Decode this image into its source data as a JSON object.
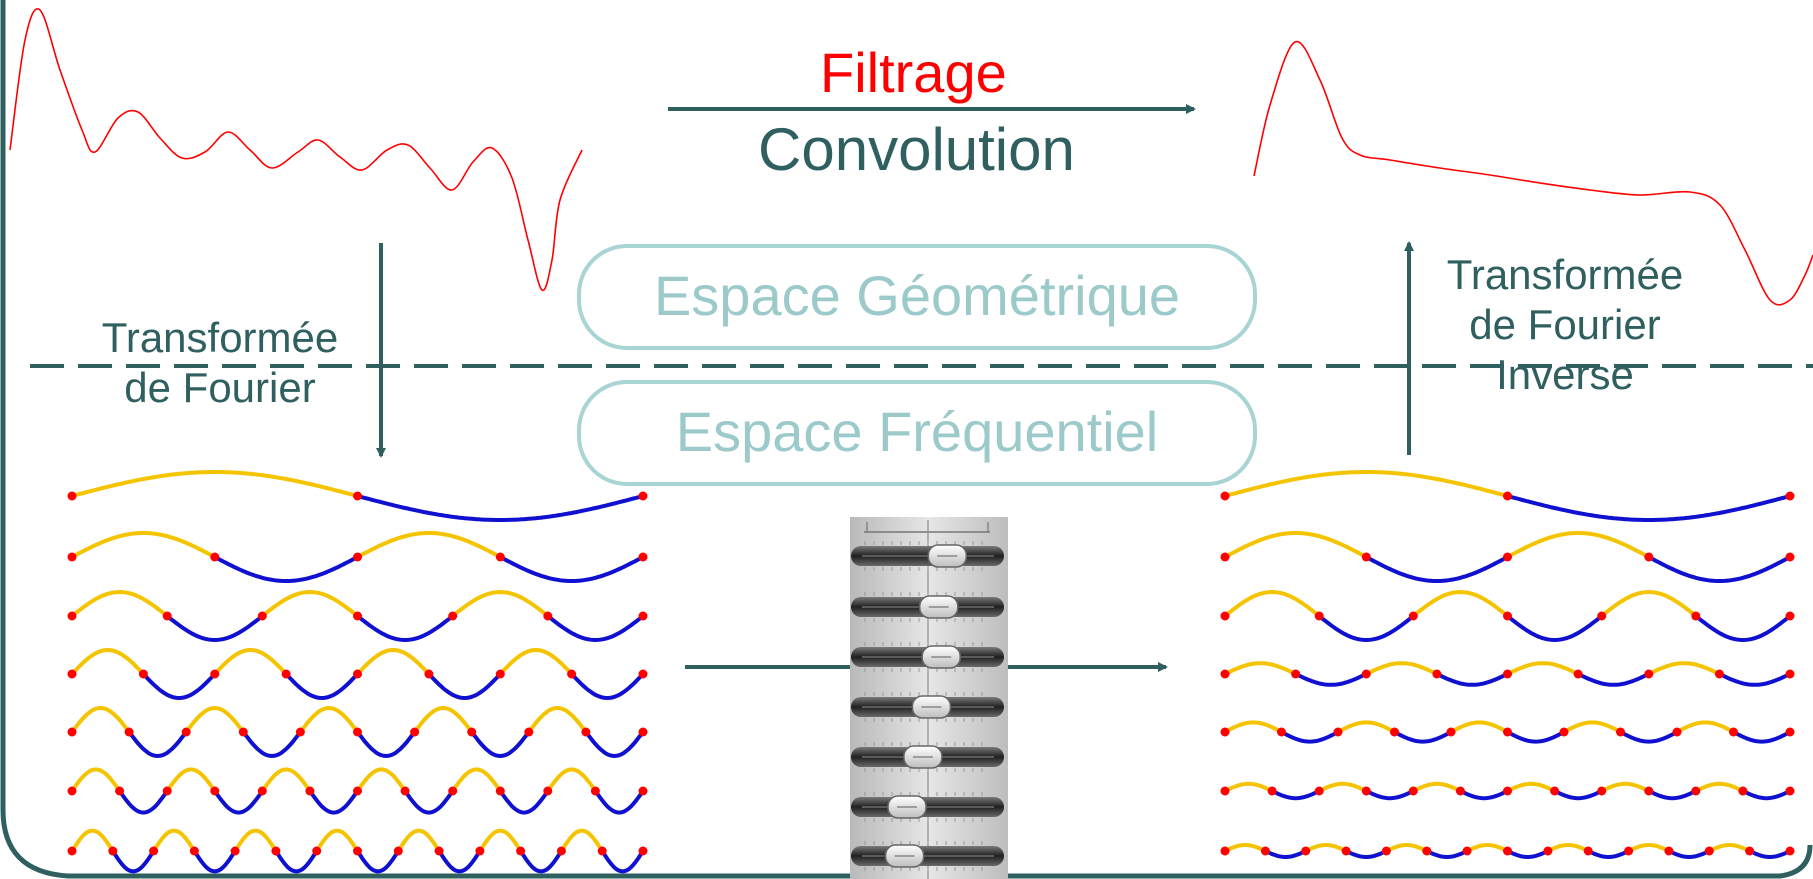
{
  "filter_title": "Filtrage",
  "operation_title": "Convolution",
  "geometric_space_label": "Espace Géométrique",
  "frequency_space_label": "Espace Fréquentiel",
  "forward_transform": {
    "line1": "Transformée",
    "line2": "de Fourier"
  },
  "inverse_transform": {
    "line1": "Transformée",
    "line2": "de Fourier",
    "line3": "Inverse"
  },
  "colors": {
    "signal": "#ff0000",
    "accent_dark": "#2f5f5f",
    "pill": "#a9d4d4",
    "wave_positive": "#f5c400",
    "wave_negative": "#1010d0",
    "zero_point": "#ff0000"
  },
  "components": {
    "input_cycles": [
      1,
      2,
      3,
      4,
      5,
      6,
      7
    ],
    "input_amplitudes": [
      1,
      1,
      1,
      1,
      1,
      0.9,
      0.85
    ],
    "output_cycles": [
      1,
      2,
      3,
      4,
      5,
      6,
      7
    ],
    "output_amplitudes": [
      1,
      1,
      1,
      0.45,
      0.4,
      0.3,
      0.25
    ],
    "equalizer_slider_levels": [
      0.65,
      0.58,
      0.6,
      0.52,
      0.45,
      0.32,
      0.3
    ]
  }
}
